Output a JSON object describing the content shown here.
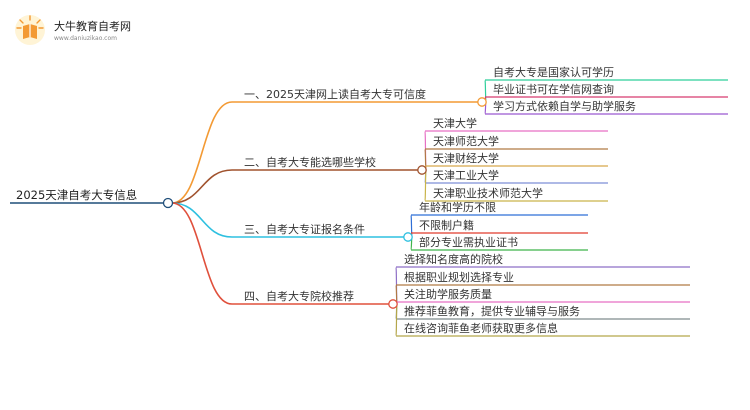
{
  "logo": {
    "name": "大牛教育自考网",
    "url": "www.daniuzikao.com"
  },
  "root": {
    "label": "2025天津自考大专信息",
    "color": "#1f4e79"
  },
  "branches": [
    {
      "label": "一、2025天津网上读自考大专可信度",
      "color": "#f39a34",
      "children": [
        {
          "label": "自考大专是国家认可学历",
          "color": "#2ecf9a"
        },
        {
          "label": "毕业证书可在学信网查询",
          "color": "#d63a6f"
        },
        {
          "label": "学习方式依赖自学与助学服务",
          "color": "#9b59d0"
        }
      ]
    },
    {
      "label": "二、自考大专能选哪些学校",
      "color": "#a0522d",
      "children": [
        {
          "label": "天津大学",
          "color": "#e66fc3"
        },
        {
          "label": "天津师范大学",
          "color": "#b07a45"
        },
        {
          "label": "天津财经大学",
          "color": "#d6a84a"
        },
        {
          "label": "天津工业大学",
          "color": "#7d8fd6"
        },
        {
          "label": "天津职业技术师范大学",
          "color": "#c9b44a"
        }
      ]
    },
    {
      "label": "三、自考大专证报名条件",
      "color": "#2ec0e0",
      "children": [
        {
          "label": "年龄和学历不限",
          "color": "#2f6fd6"
        },
        {
          "label": "不限制户籍",
          "color": "#e03a2c"
        },
        {
          "label": "部分专业需执业证书",
          "color": "#3fb54a"
        }
      ]
    },
    {
      "label": "四、自考大专院校推荐",
      "color": "#e0503c",
      "children": [
        {
          "label": "选择知名度高的院校",
          "color": "#8e6fc6"
        },
        {
          "label": "根据职业规划选择专业",
          "color": "#b07a45"
        },
        {
          "label": "关注助学服务质量",
          "color": "#e66fc3"
        },
        {
          "label": "推荐菲鱼教育，提供专业辅导与服务",
          "color": "#7f8c8d"
        },
        {
          "label": "在线咨询菲鱼老师获取更多信息",
          "color": "#b4a64a"
        }
      ]
    }
  ]
}
